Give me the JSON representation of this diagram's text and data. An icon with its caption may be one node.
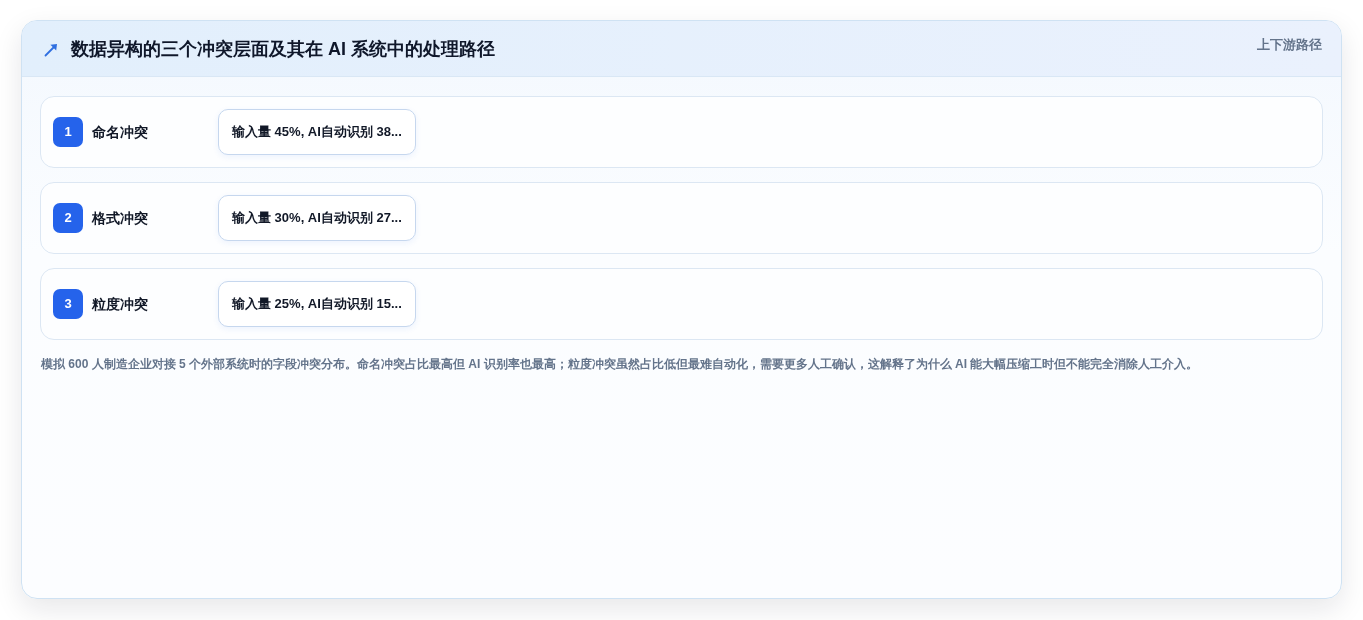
{
  "diagram": {
    "title": "数据异构的三个冲突层面及其在 AI 系统中的处理路径",
    "caption": "模拟 600 人制造企业对接 5 个外部系统时的字段冲突分布。命名冲突占比最高但 AI 识别率也最高；粒度冲突虽然占比低但最难自动化，需要更多人工确认，这解释了为什么 AI 能大幅压缩工时但不能完全消除人工介入。",
    "nodes": [
      {
        "text": [
          "命名冲突"
        ]
      },
      {
        "text": [
          "1"
        ],
        "in": 0
      },
      {
        "text": [
          "输入量 45%, AI自动识别 38..."
        ],
        "in": 0
      },
      {
        "text": [
          "格式冲突"
        ]
      },
      {
        "text": [
          "2"
        ],
        "in": 3
      },
      {
        "text": [
          "输入量 30%, AI自动识别 27..."
        ],
        "in": 3
      },
      {
        "text": [
          "粒度冲突"
        ]
      },
      {
        "text": [
          "3"
        ],
        "in": 6
      },
      {
        "text": [
          "输入量 25%, AI自动识别 15..."
        ],
        "in": 6
      }
    ],
    "labels": [
      "上下游路径"
    ]
  }
}
